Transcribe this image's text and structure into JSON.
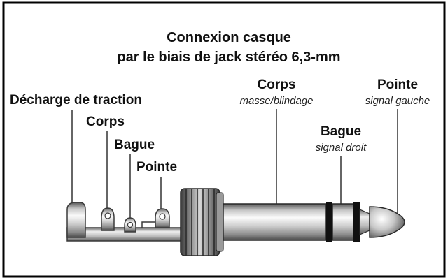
{
  "title": {
    "line1": "Connexion casque",
    "line2": "par le biais de jack stéréo 6,3-mm"
  },
  "socket_labels": {
    "strain_relief": "Décharge de traction",
    "sleeve": "Corps",
    "ring": "Bague",
    "tip": "Pointe"
  },
  "plug_labels": {
    "sleeve": {
      "name": "Corps",
      "desc": "masse/blindage"
    },
    "ring": {
      "name": "Bague",
      "desc": "signal droit"
    },
    "tip": {
      "name": "Pointe",
      "desc": "signal gauche"
    }
  },
  "colors": {
    "frame": "#000000",
    "text": "#111111",
    "metal_light": "#f4f4f4",
    "metal_mid": "#b8b8b8",
    "metal_dark": "#4a4a4a",
    "insulator": "#111111",
    "lead_line": "#333333"
  }
}
